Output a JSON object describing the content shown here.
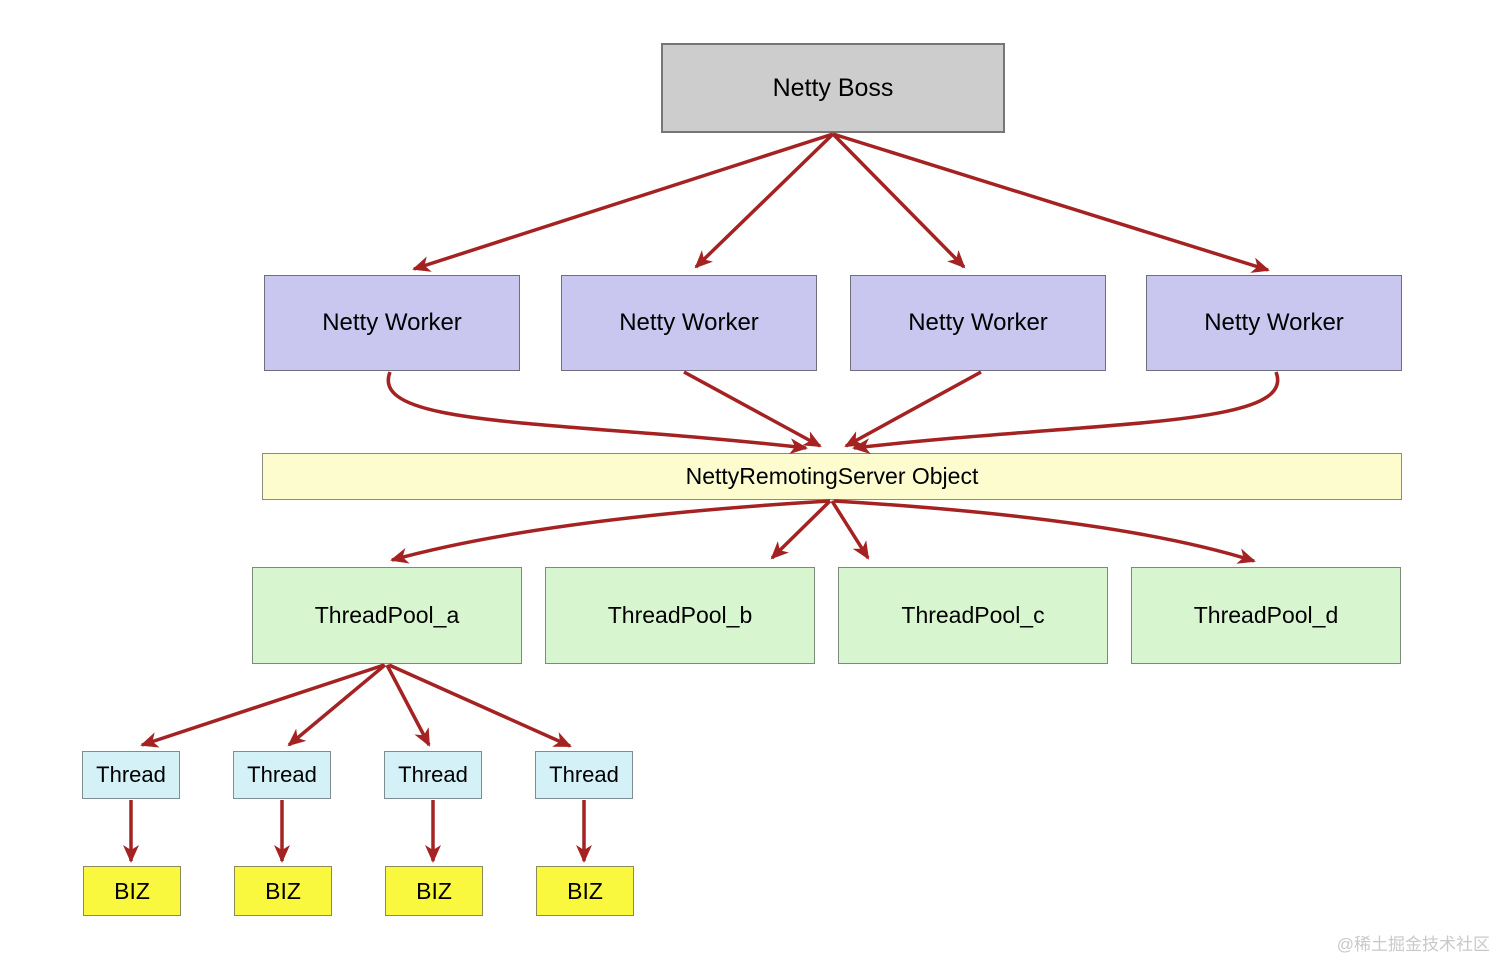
{
  "nodes": {
    "boss": "Netty Boss",
    "workers": [
      "Netty Worker",
      "Netty Worker",
      "Netty Worker",
      "Netty Worker"
    ],
    "server": "NettyRemotingServer Object",
    "pools": [
      "ThreadPool_a",
      "ThreadPool_b",
      "ThreadPool_c",
      "ThreadPool_d"
    ],
    "threads": [
      "Thread",
      "Thread",
      "Thread",
      "Thread"
    ],
    "biz": [
      "BIZ",
      "BIZ",
      "BIZ",
      "BIZ"
    ]
  },
  "watermark": "@稀土掘金技术社区",
  "colors": {
    "boss_fill": "#cdcdcd",
    "boss_border": "#767676",
    "worker_fill": "#c9c7f0",
    "worker_border": "#6e6e7d",
    "server_fill": "#fcfccf",
    "server_border": "#8c8c79",
    "pool_fill": "#d7f6cf",
    "pool_border": "#7b8a7b",
    "thread_fill": "#d4f1f7",
    "thread_border": "#7d8d90",
    "biz_fill": "#f9f83e",
    "biz_border": "#8a8a5a",
    "arrow": "#a42222",
    "text": "#000000",
    "watermark": "#c9c9c9"
  }
}
